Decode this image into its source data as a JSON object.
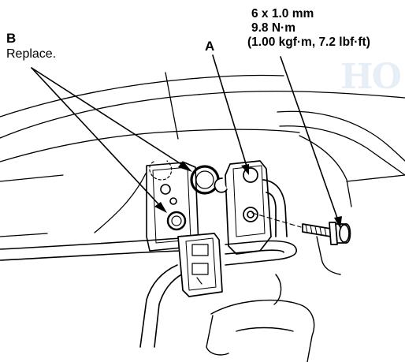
{
  "callouts": {
    "part_b": {
      "letter": "B",
      "note": "Replace."
    },
    "part_a": {
      "letter": "A"
    },
    "bolt_spec": {
      "size": "6 x 1.0 mm",
      "torque_nm": "9.8 N·m",
      "torque_alt": "(1.00 kgf·m, 7.2 lbf·ft)"
    }
  },
  "watermark": {
    "text": "HO"
  },
  "colors": {
    "ink": "#000000",
    "watermark": "#e8eef6",
    "background": "#ffffff"
  }
}
